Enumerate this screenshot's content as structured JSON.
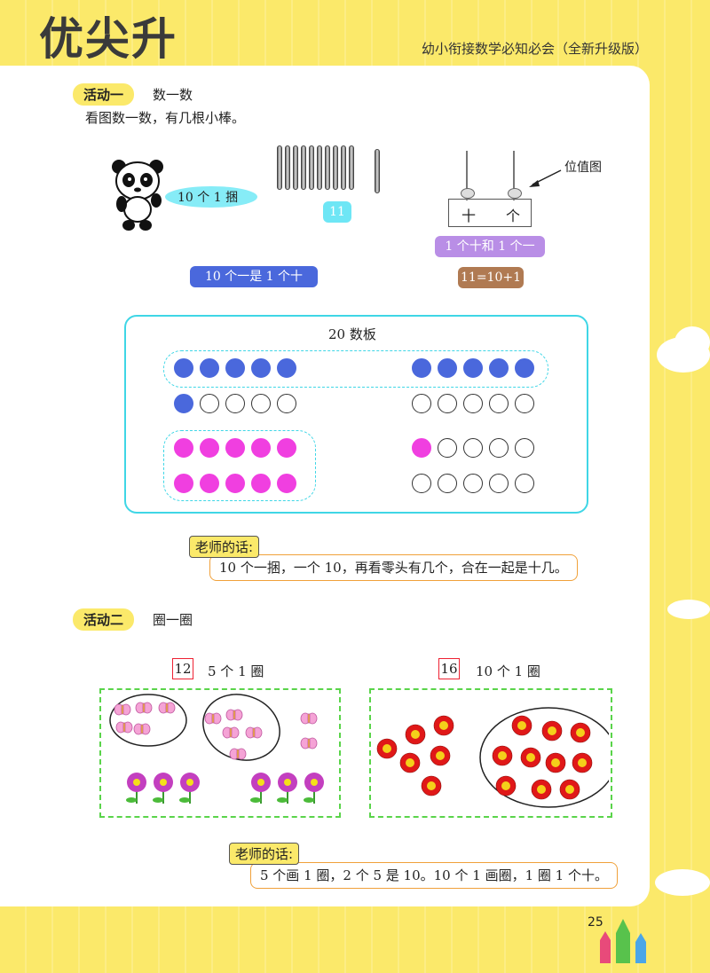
{
  "header": {
    "title": "优尖升",
    "subtitle": "幼小衔接数学必知必会（全新升级版）"
  },
  "activity1": {
    "badge": "活动一",
    "name": "数一数",
    "instruction": "看图数一数，有几根小棒。",
    "bubble": "10 个 1 捆",
    "count_tag": "11",
    "place_value_label": "位值图",
    "tens": "十",
    "ones": "个",
    "tag_tens_ones": "1 个十和 1 个一",
    "tag_equation": "11=10+1",
    "tag_ten_ones": "10 个一是 1 个十"
  },
  "board": {
    "title": "20 数板",
    "rows": [
      {
        "left": [
          "blue",
          "blue",
          "blue",
          "blue",
          "blue"
        ],
        "right": [
          "blue",
          "blue",
          "blue",
          "blue",
          "blue"
        ]
      },
      {
        "left": [
          "blue",
          "empty",
          "empty",
          "empty",
          "empty"
        ],
        "right": [
          "empty",
          "empty",
          "empty",
          "empty",
          "empty"
        ]
      },
      {
        "left": [
          "pink",
          "pink",
          "pink",
          "pink",
          "pink"
        ],
        "right": [
          "pink",
          "empty",
          "empty",
          "empty",
          "empty"
        ]
      },
      {
        "left": [
          "pink",
          "pink",
          "pink",
          "pink",
          "pink"
        ],
        "right": [
          "empty",
          "empty",
          "empty",
          "empty",
          "empty"
        ]
      }
    ]
  },
  "teacher1": {
    "label": "老师的话:",
    "text": "10 个一捆，一个 10，再看零头有几个，合在一起是十几。"
  },
  "activity2": {
    "badge": "活动二",
    "name": "圈一圈",
    "left_answer": "12",
    "left_hint": "5 个 1 圈",
    "right_answer": "16",
    "right_hint": "10 个 1 圈"
  },
  "teacher2": {
    "label": "老师的话:",
    "text": "5 个画 1 圈，2 个 5 是 10。10 个 1 画圈，1 圈 1 个十。"
  },
  "page_number": "25",
  "colors": {
    "accent_blue": "#4a68dc",
    "accent_pink": "#f03fe0",
    "board_border": "#3fd6e6",
    "cyan_tag": "#6ee6f5",
    "purple_tag": "#b98ee6",
    "brown_tag": "#b07a52"
  }
}
